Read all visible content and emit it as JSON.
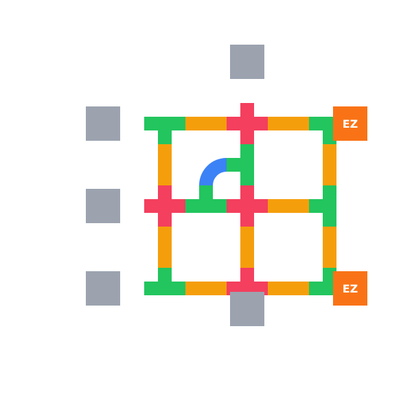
{
  "colors": {
    "background": "#ffffff",
    "straight_pipe": "#f59e0b",
    "tee_pipe": "#22c55e",
    "cross_pipe": "#f43f5e",
    "curve_pipe": "#3b82f6",
    "source_block": "#9ca3af",
    "exit_zone": "#f97316",
    "exit_text": "#ffffff"
  },
  "grid": {
    "rows": 5,
    "cols": 5
  },
  "tiles": [
    {
      "row": 0,
      "col": 0,
      "type": "tee",
      "open": [
        "E",
        "S",
        "W"
      ]
    },
    {
      "row": 0,
      "col": 1,
      "type": "straight",
      "open": [
        "E",
        "W"
      ]
    },
    {
      "row": 0,
      "col": 2,
      "type": "cross",
      "open": [
        "N",
        "E",
        "S",
        "W"
      ]
    },
    {
      "row": 0,
      "col": 3,
      "type": "straight",
      "open": [
        "E",
        "W"
      ]
    },
    {
      "row": 0,
      "col": 4,
      "type": "tee",
      "open": [
        "E",
        "S",
        "W"
      ]
    },
    {
      "row": 1,
      "col": 0,
      "type": "straight",
      "open": [
        "N",
        "S"
      ]
    },
    {
      "row": 1,
      "col": 1,
      "type": "curve",
      "open": [
        "E",
        "S"
      ]
    },
    {
      "row": 1,
      "col": 2,
      "type": "tee",
      "open": [
        "N",
        "S",
        "W"
      ]
    },
    {
      "row": 1,
      "col": 4,
      "type": "straight",
      "open": [
        "N",
        "S"
      ]
    },
    {
      "row": 2,
      "col": 0,
      "type": "cross",
      "open": [
        "N",
        "E",
        "S",
        "W"
      ]
    },
    {
      "row": 2,
      "col": 1,
      "type": "tee",
      "open": [
        "N",
        "E",
        "W"
      ]
    },
    {
      "row": 2,
      "col": 2,
      "type": "cross",
      "open": [
        "N",
        "E",
        "S",
        "W"
      ]
    },
    {
      "row": 2,
      "col": 3,
      "type": "straight",
      "open": [
        "E",
        "W"
      ]
    },
    {
      "row": 2,
      "col": 4,
      "type": "tee",
      "open": [
        "N",
        "S",
        "W"
      ]
    },
    {
      "row": 3,
      "col": 0,
      "type": "straight",
      "open": [
        "N",
        "S"
      ]
    },
    {
      "row": 3,
      "col": 2,
      "type": "straight",
      "open": [
        "N",
        "S"
      ]
    },
    {
      "row": 3,
      "col": 4,
      "type": "straight",
      "open": [
        "N",
        "S"
      ]
    },
    {
      "row": 4,
      "col": 0,
      "type": "tee",
      "open": [
        "N",
        "E",
        "W"
      ]
    },
    {
      "row": 4,
      "col": 1,
      "type": "straight",
      "open": [
        "E",
        "W"
      ]
    },
    {
      "row": 4,
      "col": 2,
      "type": "cross",
      "open": [
        "N",
        "E",
        "S",
        "W"
      ]
    },
    {
      "row": 4,
      "col": 3,
      "type": "straight",
      "open": [
        "E",
        "W"
      ]
    },
    {
      "row": 4,
      "col": 4,
      "type": "tee",
      "open": [
        "N",
        "E",
        "W"
      ]
    }
  ],
  "sources": [
    {
      "side": "top",
      "index": 2
    },
    {
      "side": "left",
      "index": 0
    },
    {
      "side": "left",
      "index": 2
    },
    {
      "side": "left",
      "index": 4
    },
    {
      "side": "bottom",
      "index": 2
    }
  ],
  "exits": [
    {
      "side": "right",
      "index": 0,
      "label": "EZ"
    },
    {
      "side": "right",
      "index": 4,
      "label": "EZ"
    }
  ]
}
